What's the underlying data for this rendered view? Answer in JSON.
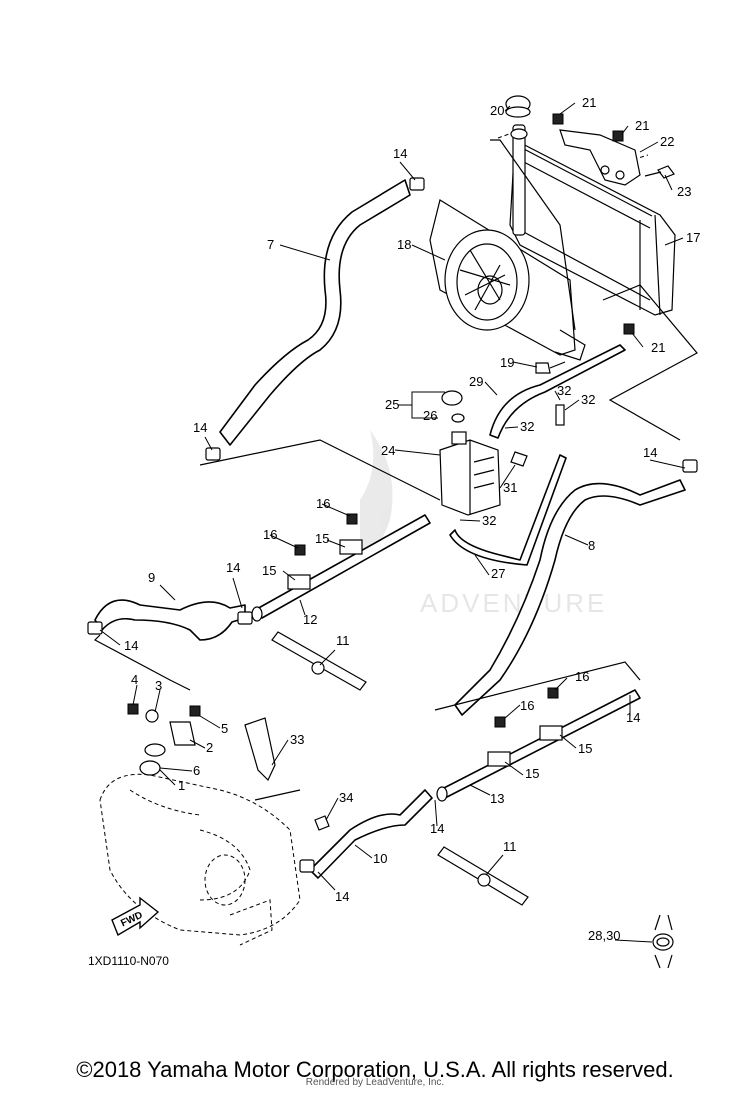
{
  "diagram_code": "1XD1110-N070",
  "fwd_label": "FWD",
  "watermark": "ADVENTURE",
  "copyright": "©2018 Yamaha Motor Corporation, U.S.A. All rights reserved.",
  "rendered_by": "Rendered by LeadVenture, Inc.",
  "callouts": [
    "1",
    "2",
    "3",
    "4",
    "5",
    "6",
    "7",
    "8",
    "9",
    "10",
    "11",
    "11",
    "12",
    "13",
    "14",
    "14",
    "14",
    "14",
    "14",
    "14",
    "14",
    "14",
    "15",
    "15",
    "15",
    "15",
    "16",
    "16",
    "16",
    "16",
    "17",
    "18",
    "19",
    "20",
    "21",
    "21",
    "21",
    "22",
    "23",
    "24",
    "25",
    "26",
    "27",
    "28,30",
    "29",
    "31",
    "32",
    "32",
    "32",
    "32",
    "33",
    "34"
  ]
}
